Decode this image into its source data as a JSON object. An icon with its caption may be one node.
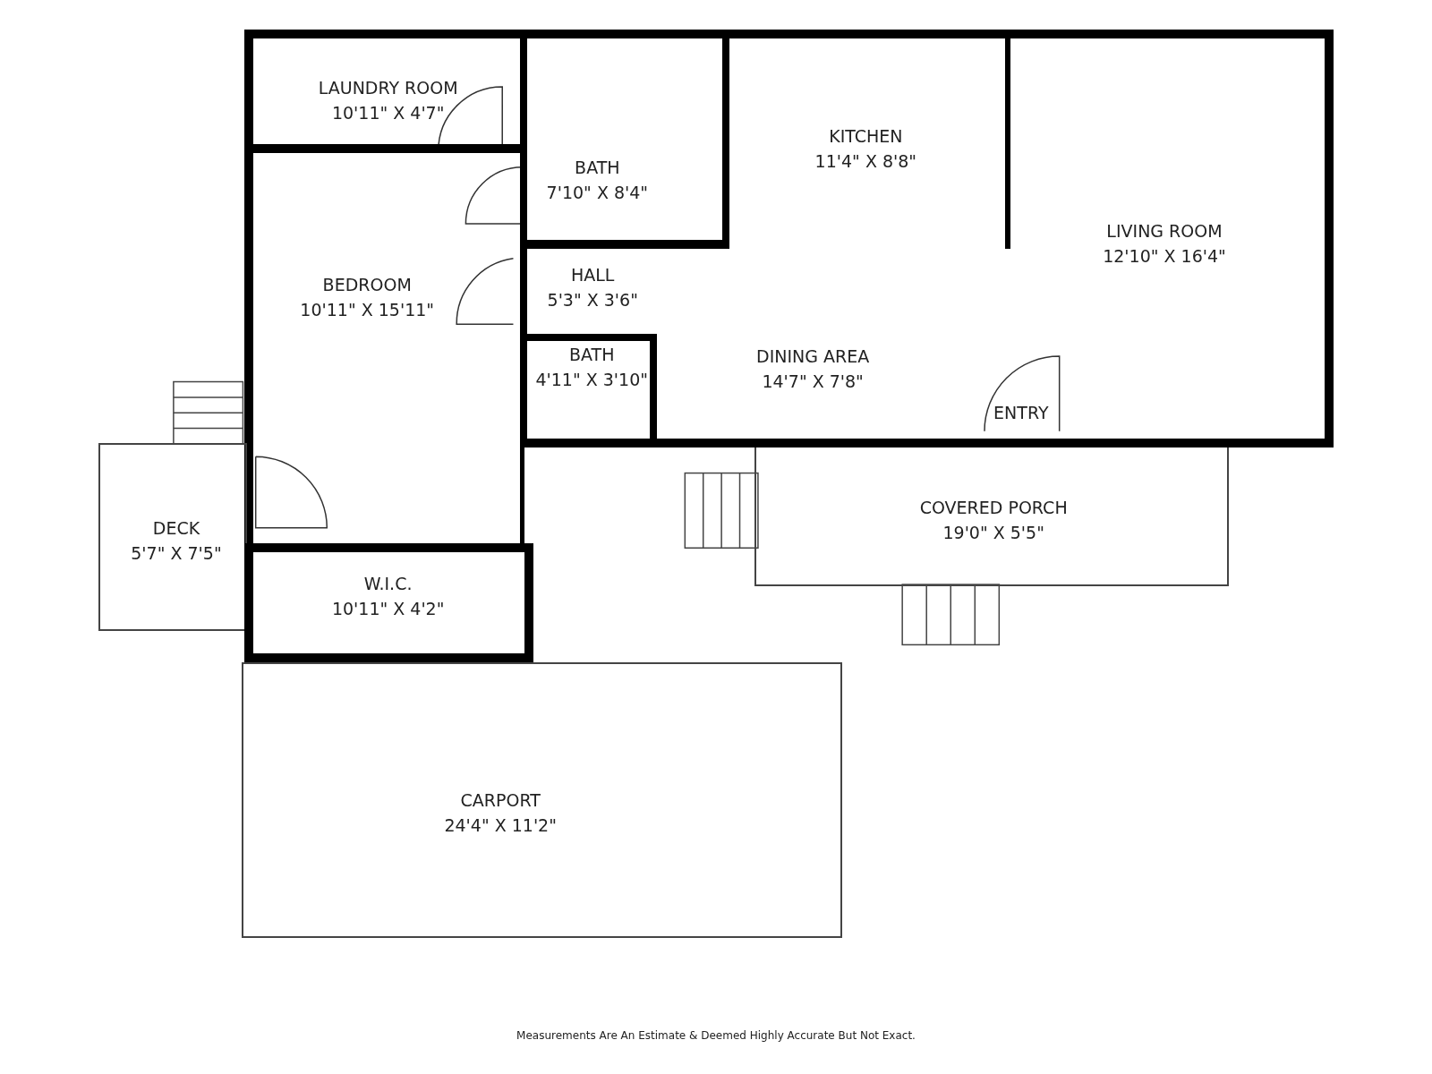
{
  "diagram": {
    "caption": "Measurements Are An Estimate & Deemed Highly Accurate But Not Exact.",
    "nodes": [
      {
        "text": [
          "LAUNDRY ROOM",
          "10'11\" X 4'7\""
        ]
      },
      {
        "text": [
          "BATH",
          "7'10\" X 8'4\""
        ]
      },
      {
        "text": [
          "KITCHEN",
          "11'4\" X 8'8\""
        ]
      },
      {
        "text": [
          "LIVING ROOM",
          "12'10\" X 16'4\""
        ]
      },
      {
        "text": [
          "BEDROOM",
          "10'11\" X 15'11\""
        ]
      },
      {
        "text": [
          "HALL",
          "5'3\" X 3'6\""
        ]
      },
      {
        "text": [
          "BATH",
          "4'11\" X 3'10\""
        ]
      },
      {
        "text": [
          "DINING AREA",
          "14'7\" X 7'8\""
        ]
      },
      {
        "text": [
          "DECK",
          "5'7\" X 7'5\""
        ]
      },
      {
        "text": [
          "COVERED PORCH",
          "19'0\" X 5'5\""
        ]
      },
      {
        "text": [
          "W.I.C.",
          "10'11\" X 4'2\""
        ]
      },
      {
        "text": [
          "CARPORT",
          "24'4\" X 11'2\""
        ]
      }
    ],
    "labels": [
      "ENTRY"
    ]
  }
}
